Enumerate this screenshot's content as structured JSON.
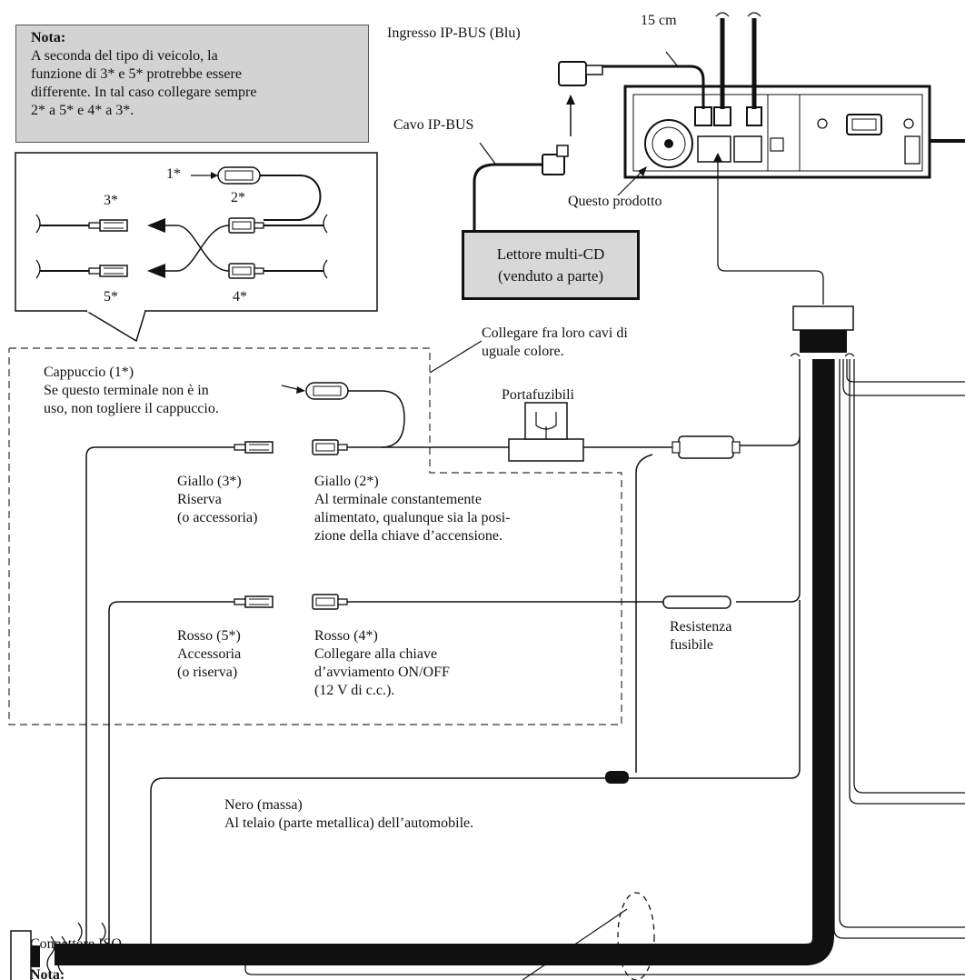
{
  "note_top": {
    "title": "Nota:",
    "lines": [
      "A seconda del tipo di veicolo, la",
      "funzione di 3* e 5* protrebbe essere",
      "differente. In tal caso collegare sempre",
      "2* a 5* e 4* a 3*."
    ]
  },
  "inset": {
    "l1": "1*",
    "l2": "2*",
    "l3": "3*",
    "l5": "5*",
    "l4": "4*"
  },
  "top": {
    "ipbus_in": "Ingresso IP-BUS (Blu)",
    "cm": "15 cm",
    "ipbus_cable": "Cavo IP-BUS",
    "product": "Questo prodotto"
  },
  "cd_player": {
    "line1": "Lettore multi-CD",
    "line2": "(venduto a parte)"
  },
  "labels": {
    "same_color": [
      "Collegare fra loro cavi di",
      "uguale colore."
    ],
    "cap": [
      "Cappuccio (1*)",
      "Se questo terminale non è in",
      "uso, non togliere il cappuccio."
    ],
    "fuse_holder": "Portafuzibili",
    "yellow3": [
      "Giallo (3*)",
      "Riserva",
      "(o accessoria)"
    ],
    "yellow2": [
      "Giallo (2*)",
      "Al terminale constantemente",
      "alimentato, qualunque sia la posi-",
      "zione della chiave d’accensione."
    ],
    "red5": [
      "Rosso (5*)",
      "Accessoria",
      "(o riserva)"
    ],
    "red4": [
      "Rosso (4*)",
      "Collegare alla chiave",
      "d’avviamento ON/OFF",
      "(12 V di c.c.)."
    ],
    "fuse_res": [
      "Resistenza",
      "fusibile"
    ],
    "black": [
      "Nero (massa)",
      "Al telaio (parte metallica) dell’automobile."
    ],
    "iso": "Connettore ISO",
    "note_bottom": "Nota:"
  }
}
